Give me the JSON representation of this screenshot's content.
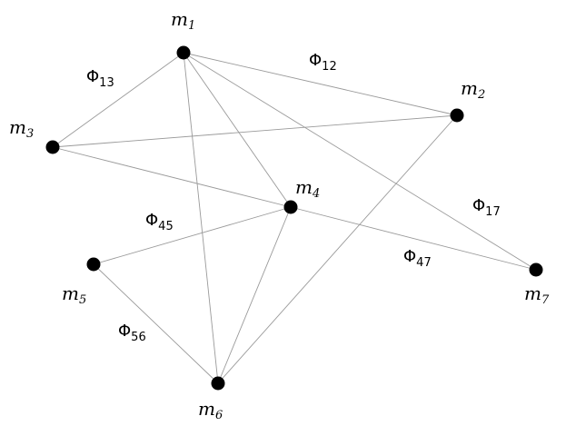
{
  "diagram": {
    "nodes": [
      {
        "id": "m1",
        "base": "m",
        "sub": "1"
      },
      {
        "id": "m2",
        "base": "m",
        "sub": "2"
      },
      {
        "id": "m3",
        "base": "m",
        "sub": "3"
      },
      {
        "id": "m4",
        "base": "m",
        "sub": "4"
      },
      {
        "id": "m5",
        "base": "m",
        "sub": "5"
      },
      {
        "id": "m6",
        "base": "m",
        "sub": "6"
      },
      {
        "id": "m7",
        "base": "m",
        "sub": "7"
      }
    ],
    "edges": [
      {
        "from": "m1",
        "to": "m2",
        "label": {
          "base": "Φ",
          "sub": "12"
        }
      },
      {
        "from": "m1",
        "to": "m3",
        "label": {
          "base": "Φ",
          "sub": "13"
        }
      },
      {
        "from": "m1",
        "to": "m4"
      },
      {
        "from": "m1",
        "to": "m6"
      },
      {
        "from": "m1",
        "to": "m7",
        "label": {
          "base": "Φ",
          "sub": "17"
        }
      },
      {
        "from": "m3",
        "to": "m2"
      },
      {
        "from": "m3",
        "to": "m4"
      },
      {
        "from": "m2",
        "to": "m6"
      },
      {
        "from": "m4",
        "to": "m5",
        "label": {
          "base": "Φ",
          "sub": "45"
        }
      },
      {
        "from": "m4",
        "to": "m6"
      },
      {
        "from": "m4",
        "to": "m7",
        "label": {
          "base": "Φ",
          "sub": "47"
        }
      },
      {
        "from": "m5",
        "to": "m6",
        "label": {
          "base": "Φ",
          "sub": "56"
        }
      }
    ]
  }
}
